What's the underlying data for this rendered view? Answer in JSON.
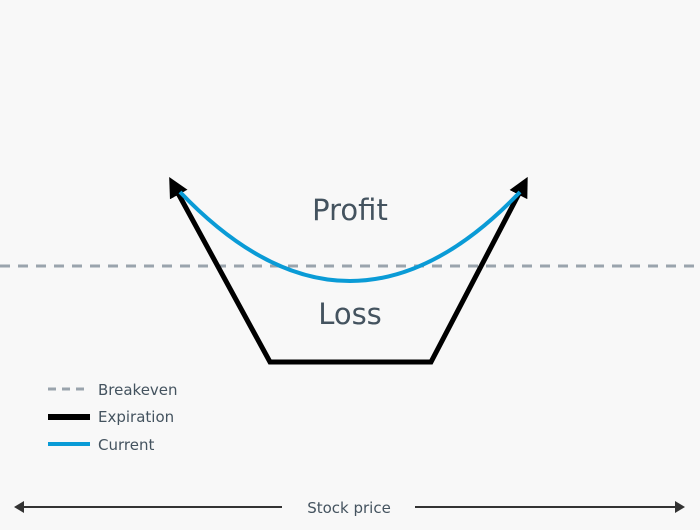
{
  "diagram": {
    "regions": {
      "profit": "Profit",
      "loss": "Loss"
    },
    "legend": [
      {
        "label": "Breakeven",
        "style": "dashed",
        "color": "#9aa4ad"
      },
      {
        "label": "Expiration",
        "style": "solid-thick",
        "color": "#000000"
      },
      {
        "label": "Current",
        "style": "solid",
        "color": "#0a9bd6"
      }
    ],
    "axis": {
      "label": "Stock price"
    },
    "colors": {
      "background": "#f8f8f8",
      "text": "#44535f",
      "breakeven": "#9aa4ad",
      "expiration": "#000000",
      "current": "#0a9bd6",
      "axis": "#333333"
    }
  }
}
